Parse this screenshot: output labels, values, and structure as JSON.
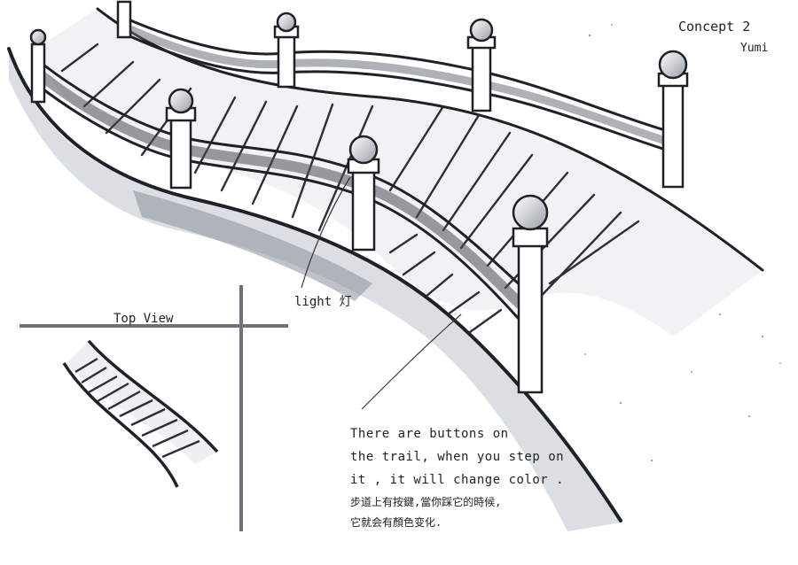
{
  "sketch": {
    "title": "Concept 2",
    "author": "Yumi",
    "top_view_label": "Top View",
    "light_label": "light 灯",
    "note_lines": [
      "There are buttons on",
      "the trail, when you step on",
      "it , it will change color ."
    ],
    "note_cn_lines": [
      "步道上有按鍵,當你踩它的時候,",
      "它就会有顏色变化."
    ],
    "colors": {
      "ink": "#222222",
      "shade_dark": "#4a4f58",
      "shade_mid": "#8a909a",
      "shade_light": "#c8ccd2",
      "paper": "#ffffff"
    }
  }
}
